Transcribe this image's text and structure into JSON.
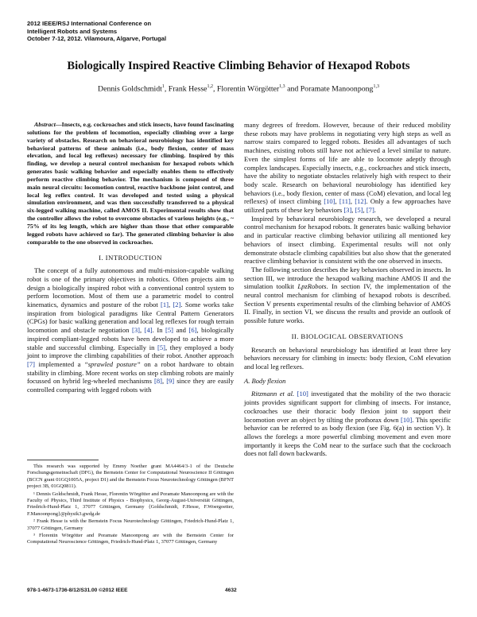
{
  "header": {
    "line1": "2012 IEEE/RSJ International Conference on",
    "line2": "Intelligent Robots and Systems",
    "line3": "October 7-12, 2012. Vilamoura, Algarve, Portugal"
  },
  "title": "Biologically Inspired Reactive Climbing Behavior of Hexapod Robots",
  "authors": {
    "a1": "Dennis Goldschmidt",
    "a1_sup": "1",
    "a2": "Frank Hesse",
    "a2_sup": "1,2",
    "a3": "Florentin Wörgötter",
    "a3_sup": "1,3",
    "and": "and",
    "a4": "Poramate Manoonpong",
    "a4_sup": "1,3"
  },
  "abstract": {
    "lead": "Abstract",
    "text": "—Insects, e.g. cockroaches and stick insects, have found fascinating solutions for the problem of locomotion, especially climbing over a large variety of obstacles. Research on behavioral neurobiology has identified key behavioral patterns of these animals (i.e., body flexion, center of mass elevation, and local leg reflexes) necessary for climbing. Inspired by this finding, we develop a neural control mechanism for hexapod robots which generates basic walking behavior and especially enables them to effectively perform reactive climbing behavior. The mechanism is composed of three main neural circuits: locomotion control, reactive backbone joint control, and local leg reflex control. It was developed and tested using a physical simulation environment, and was then successfully transferred to a physical six-legged walking machine, called AMOS II. Experimental results show that the controller allows the robot to overcome obstacles of various heights (e.g., ~ 75% of its leg length, which are higher than those that other comparable legged robots have achieved so far). The generated climbing behavior is also comparable to the one observed in cockroaches."
  },
  "intro": {
    "heading": "I. INTRODUCTION",
    "p1_a": "The concept of a fully autonomous and multi-mission-capable walking robot is one of the primary objectives in robotics. Often projects aim to design a biologically inspired robot with a conventional control system to perform locomotion. Most of them use a parametric model to control kinematics, dynamics and posture of the robot ",
    "r1": "[1]",
    "p1_b": ", ",
    "r2": "[2]",
    "p1_c": ". Some works take inspiration from biological paradigms like Central Pattern Generators (CPGs) for basic walking generation and local leg reflexes for rough terrain locomotion and obstacle negotiation ",
    "r3": "[3]",
    "p1_d": ", ",
    "r4": "[4]",
    "p1_e": ". In ",
    "r5": "[5]",
    "p1_f": " and ",
    "r6": "[6]",
    "p1_g": ", biologically inspired compliant-legged robots have been developed to achieve a more stable and successful climbing. Especially in ",
    "r5b": "[5]",
    "p1_h": ", they employed a body joint to improve the climbing capabilities of their robot. Another approach ",
    "r7": "[7]",
    "p1_i": " implemented a ",
    "p1_quote": "“sprawled posture”",
    "p1_j": " on a robot hardware to obtain stability in climbing. More recent works on step climbing robots are mainly focussed on hybrid leg-wheeled mechanisms ",
    "r8": "[8]",
    "p1_k": ", ",
    "r9": "[9]",
    "p1_l": " since they are easily controlled comparing with legged robots with"
  },
  "right_col": {
    "p1_a": "many degrees of freedom. However, because of their reduced mobility these robots may have problems in negotiating very high steps as well as narrow stairs compared to legged robots. Besides all advantages of such machines, existing robots still have not achieved a level similar to nature. Even the simplest forms of life are able to locomote adeptly through complex landscapes. Especially insects, e.g., cockroaches and stick insects, have the ability to negotiate obstacles relatively high with respect to their body scale. Research on behavioral neurobiology has identified key behaviors (i.e., body flexion, center of mass (CoM) elevation, and local leg reflexes) of insect climbing ",
    "r10": "[10]",
    "p1_b": ", ",
    "r11": "[11]",
    "p1_c": ", ",
    "r12": "[12]",
    "p1_d": ". Only a few approaches have utilized parts of these key behaviors ",
    "r3": "[3]",
    "p1_e": ", ",
    "r5": "[5]",
    "p1_f": ", ",
    "r7": "[7]",
    "p1_g": ".",
    "p2": "Inspired by behavioral neurobiology research, we developed a neural control mechanism for hexapod robots. It generates basic walking behavior and in particular reactive climbing behavior utilizing all mentioned key behaviors of insect climbing. Experimental results will not only demonstrate obstacle climbing capabilities but also show that the generated reactive climbing behavior is consistent with the one observed in insects.",
    "p3_a": "The following section describes the key behaviors observed in insects. In section III, we introduce the hexapod walking machine AMOS II and the simulation toolkit ",
    "p3_em": "LpzRobots",
    "p3_b": ". In section IV, the implementation of the neural control mechanism for climbing of hexapod robots is described. Section V presents experimental results of the climbing behavior of AMOS II. Finally, in section VI, we discuss the results and provide an outlook of possible future works.",
    "heading2": "II. BIOLOGICAL OBSERVATIONS",
    "p4": "Research on behavioral neurobiology has identified at least three key behaviors necessary for climbing in insects: body flexion, CoM elevation and local leg reflexes.",
    "subheading": "A. Body flexion",
    "p5_em": "Ritzmann et al.",
    "p5_sp": " ",
    "r10b": "[10]",
    "p5_a": " investigated that the mobility of the two thoracic joints provides significant support for climbing of insects. For instance, cockroaches use their thoracic body flexion joint to support their locomotion over an object by tilting the prothorax down ",
    "r10c": "[10]",
    "p5_b": ". This specific behavior can be referred to as body flexion (see Fig. 6(a) in section V). It allows the forelegs a more powerful climbing movement and even more importantly it keeps the CoM near to the surface such that the cockroach does not fall down backwards."
  },
  "footnotes": {
    "f0": "This research was supported by Emmy Noether grant MA4464/3-1 of the Deutsche Forschungsgemeinschaft (DFG), the Bernstein Center for Computational Neuroscience II Göttingen (BCCN grant 01GQ1005A, project D1) and the Bernstein Focus Neurotechnology Göttingen (BFNT project 3B, 01GQ0811).",
    "f1": "¹ Dennis Goldschmidt, Frank Hesse, Florentin Wörgötter and Poramate Manoonpong are with the Faculty of Physics, Third Institute of Physics - Biophysics, Georg-August-Universität Göttingen, Friedrich-Hund-Platz 1, 37077 Göttingen, Germany {Goldschmidt, F.Hesse, F.Woergoetter, F.Manoonpong}@physik3.gwdg.de",
    "f2": "² Frank Hesse is with the Bernstein Focus Neurotechnology Göttingen, Friedrich-Hund-Platz 1, 37077 Göttingen, Germany",
    "f3": "³ Florentin Wörgötter and Poramate Manoonpong are with the Bernstein Center for Computational Neuroscience Göttingen, Friedrich-Hund-Platz 1, 37077 Göttingen, Germany"
  },
  "footer": {
    "isbn": "978-1-4673-1736-8/12/S31.00 ©2012 IEEE",
    "page": "4632"
  }
}
